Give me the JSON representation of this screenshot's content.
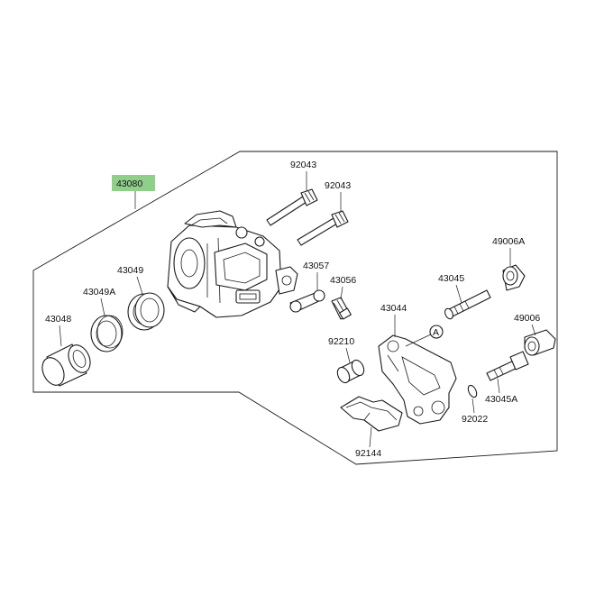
{
  "assembly": {
    "part_no": "43080",
    "highlight_color": "#8fcf8a"
  },
  "parts": {
    "p92043a": "92043",
    "p92043b": "92043",
    "p43057": "43057",
    "p43056": "43056",
    "p43049": "43049",
    "p43049a": "43049A",
    "p43048": "43048",
    "p92210": "92210",
    "p43044": "43044",
    "p43045": "43045",
    "p49006a": "49006A",
    "p49006": "49006",
    "p43045a": "43045A",
    "p92022": "92022",
    "p92144": "92144"
  },
  "callouts": {
    "ref_a": "A"
  }
}
